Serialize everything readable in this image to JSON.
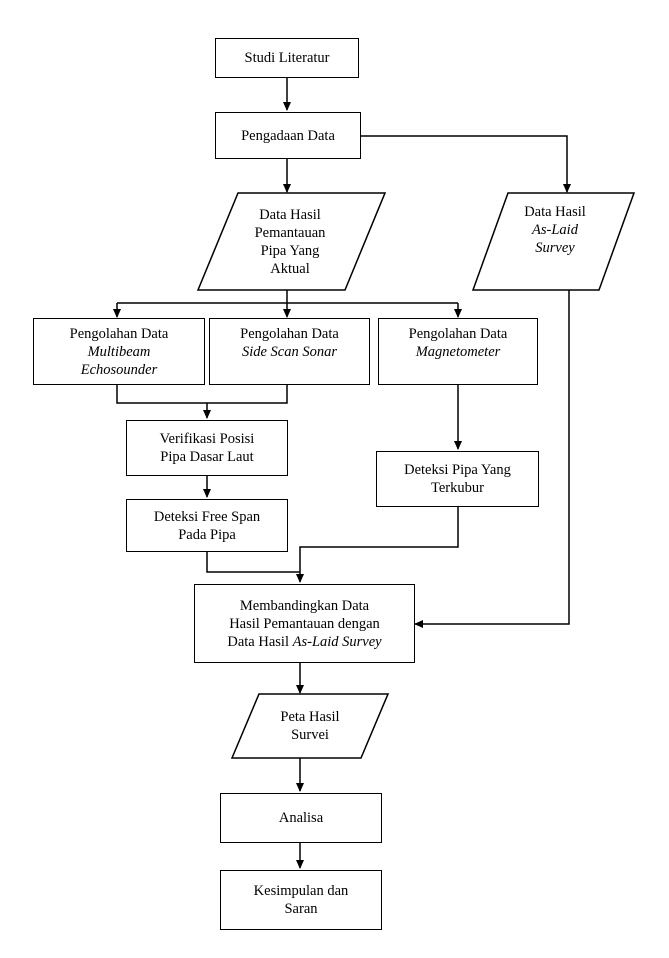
{
  "nodes": {
    "studi_literatur": {
      "lines": [
        "Studi Literatur"
      ]
    },
    "pengadaan_data": {
      "lines": [
        "Pengadaan Data"
      ]
    },
    "data_pemantauan": {
      "lines": [
        "Data Hasil",
        "Pemantauan",
        "Pipa Yang",
        "Aktual"
      ]
    },
    "data_as_laid": {
      "line1": "Data Hasil",
      "line2": "As-Laid",
      "line3": "Survey"
    },
    "olah_multibeam": {
      "line1": "Pengolahan Data",
      "line2": "Multibeam",
      "line3": "Echosounder"
    },
    "olah_sidescan": {
      "line1": "Pengolahan Data",
      "line2": "Side Scan Sonar"
    },
    "olah_magnetometer": {
      "line1": "Pengolahan Data",
      "line2": "Magnetometer"
    },
    "verifikasi": {
      "lines": [
        "Verifikasi Posisi",
        "Pipa Dasar Laut"
      ]
    },
    "deteksi_free_span": {
      "lines": [
        "Deteksi Free Span",
        "Pada Pipa"
      ]
    },
    "deteksi_terkubur": {
      "lines": [
        "Deteksi Pipa Yang",
        "Terkubur"
      ]
    },
    "membandingkan": {
      "line1": "Membandingkan Data",
      "line2": "Hasil Pemantauan dengan",
      "line3_pre": "Data Hasil ",
      "line3_it": "As-Laid Survey"
    },
    "peta_hasil": {
      "lines": [
        "Peta Hasil",
        "Survei"
      ]
    },
    "analisa": {
      "lines": [
        "Analisa"
      ]
    },
    "kesimpulan": {
      "lines": [
        "Kesimpulan dan",
        "Saran"
      ]
    }
  },
  "caption": ""
}
